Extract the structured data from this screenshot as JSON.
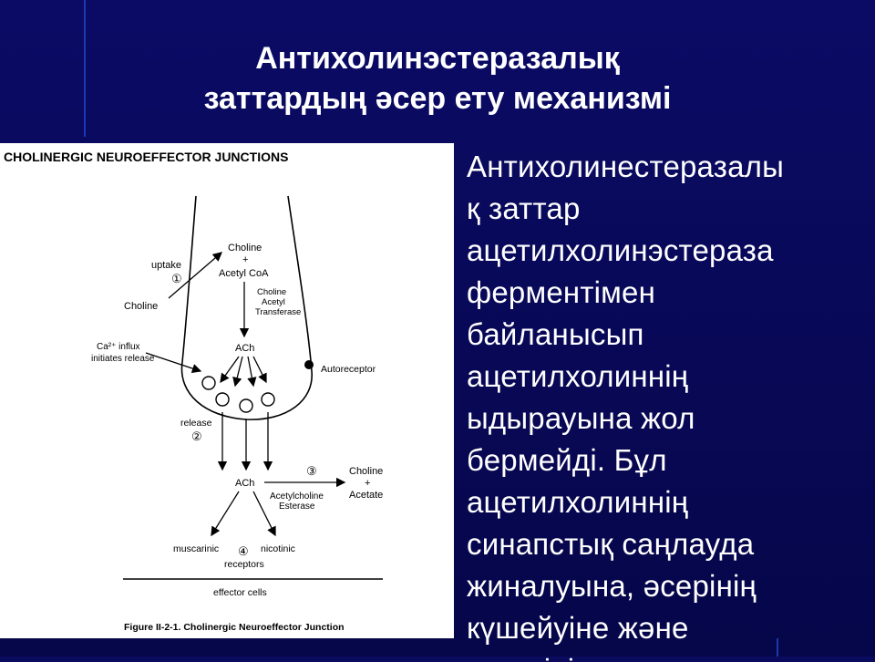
{
  "slide": {
    "title_lines": [
      "Антихолинэстеразалық",
      "заттардың әсер ету механизмі"
    ],
    "body_lines": [
      "Антихолинестеразалы",
      "қ заттар",
      "ацетилхолинэстераза",
      "ферментімен",
      "байланысып",
      "ацетилхолиннің",
      "ыдырауына жол",
      "бермейді. Бұл",
      "ацетилхолиннің",
      "синапстық саңлауда",
      "жиналуына, әсерінің",
      "күшейуіне және"
    ],
    "body_cut_line": "кезеңінің ұзаруына"
  },
  "figure": {
    "heading": "CHOLINERGIC NEUROEFFECTOR JUNCTIONS",
    "labels": {
      "uptake": "uptake",
      "step1": "①",
      "choline_left": "Choline",
      "choline_top": "Choline",
      "plus_top": "+",
      "acetyl_coa": "Acetyl CoA",
      "cat1": "Choline",
      "cat2": "Acetyl",
      "cat3": "Transferase",
      "ach_top": "ACh",
      "ca_influx": "Ca²⁺ influx",
      "initiates": "initiates release",
      "autoreceptor": "Autoreceptor",
      "release": "release",
      "step2": "②",
      "ach_bottom": "ACh",
      "step3": "③",
      "choline_right": "Choline",
      "plus_right": "+",
      "acetate": "Acetate",
      "ache1": "Acetylcholine",
      "ache2": "Esterase",
      "muscarinic": "muscarinic",
      "step4": "④",
      "nicotinic": "nicotinic",
      "receptors": "receptors",
      "effector": "effector cells",
      "caption": "Figure II-2-1.  Cholinergic Neuroeffector Junction"
    }
  }
}
